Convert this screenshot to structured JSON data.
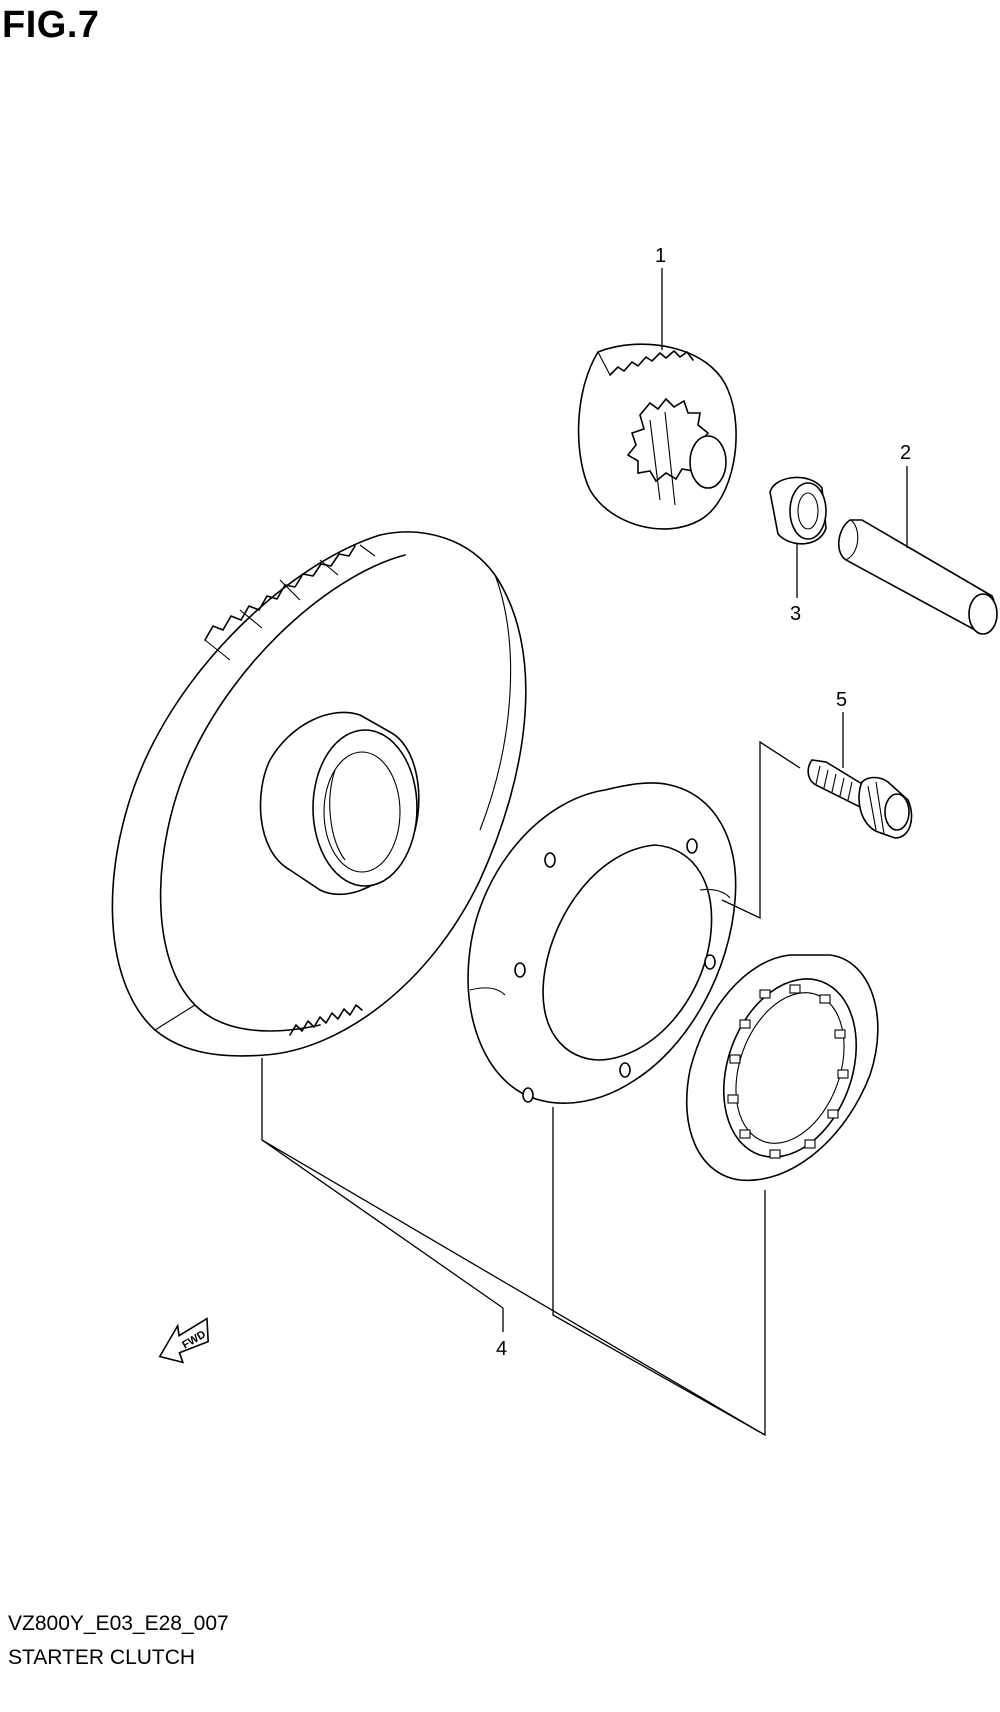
{
  "figure": {
    "title": "FIG.7",
    "model_code": "VZ800Y_E03_E28_007",
    "name": "STARTER CLUTCH"
  },
  "callouts": [
    {
      "id": "callout-1",
      "label": "1"
    },
    {
      "id": "callout-2",
      "label": "2"
    },
    {
      "id": "callout-3",
      "label": "3"
    },
    {
      "id": "callout-4",
      "label": "4"
    },
    {
      "id": "callout-5",
      "label": "5"
    }
  ],
  "direction_marker": {
    "label": "FWD"
  },
  "colors": {
    "line": "#000000",
    "background": "#ffffff"
  }
}
